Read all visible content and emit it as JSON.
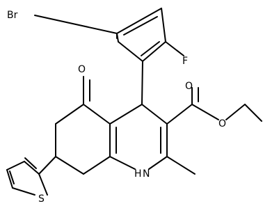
{
  "molecule": {
    "atom_labels": {
      "bromine": "Br",
      "fluorine": "F",
      "ketone_oxygen": "O",
      "ester_carbonyl_oxygen": "O",
      "ester_ether_oxygen": "O",
      "amine": "H",
      "amine_n": "N",
      "thiophene_sulfur": "S"
    }
  },
  "colors": {
    "bond": "#000000",
    "label": "#000000",
    "background": "#ffffff"
  }
}
